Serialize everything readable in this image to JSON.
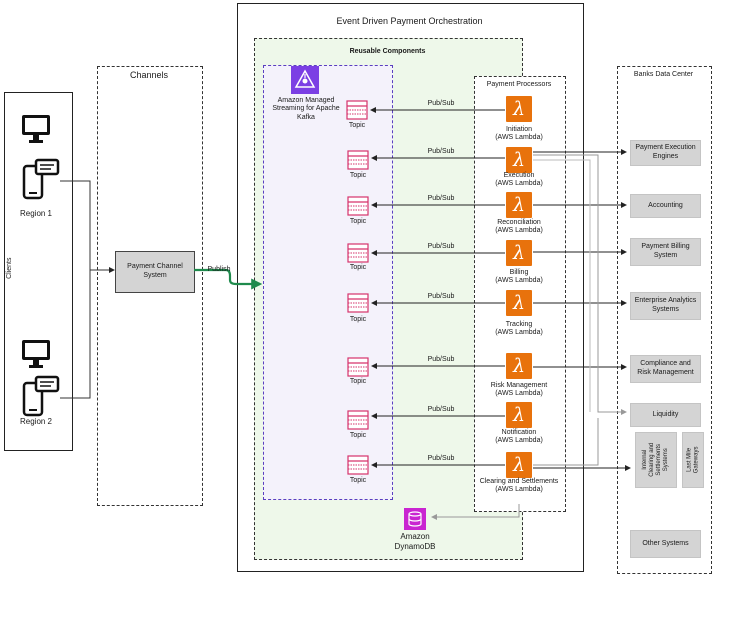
{
  "clients": {
    "label": "Clients",
    "regions": [
      {
        "label": "Region 1"
      },
      {
        "label": "Region 2"
      }
    ]
  },
  "channels": {
    "title": "Channels",
    "system": "Payment Channel\nSystem",
    "publish": "Publish"
  },
  "orchestration": {
    "title": "Event Driven Payment Orchestration",
    "reusable_title": "Reusable Components",
    "kafka_label": "Amazon Managed\nStreaming for Apache\nKafka",
    "topic_label": "Topic",
    "pubsub_label": "Pub/Sub",
    "processors_title": "Payment Processors",
    "processors": [
      {
        "name": "Initiation",
        "sub": "(AWS Lambda)"
      },
      {
        "name": "Execution",
        "sub": "(AWS Lambda)"
      },
      {
        "name": "Reconciliation",
        "sub": "(AWS Lambda)"
      },
      {
        "name": "Billing",
        "sub": "(AWS Lambda)"
      },
      {
        "name": "Tracking",
        "sub": "(AWS Lambda)"
      },
      {
        "name": "Risk Management",
        "sub": "(AWS Lambda)"
      },
      {
        "name": "Notification",
        "sub": "(AWS Lambda)"
      },
      {
        "name": "Clearing and Settlements",
        "sub": "(AWS Lambda)"
      }
    ],
    "dynamodb_label": "Amazon\nDynamoDB"
  },
  "bank": {
    "title": "Banks Data Center",
    "systems": [
      "Payment Execution\nEngines",
      "Accounting",
      "Payment Billing\nSystem",
      "Enterprise Analytics\nSystems",
      "Compliance and\nRisk Management",
      "Liquidity",
      "Internal\nClearing and\nSettlements\nSystems",
      "Last Mile\nGateways",
      "Other Systems"
    ]
  },
  "colors": {
    "lambda": "#e8720c",
    "kafka": "#7b3fe4",
    "dynamodb": "#c925d1",
    "topic": "#d6336c",
    "reusable_bg": "#eef8ea",
    "publish_arrow": "#1e8a4c"
  }
}
